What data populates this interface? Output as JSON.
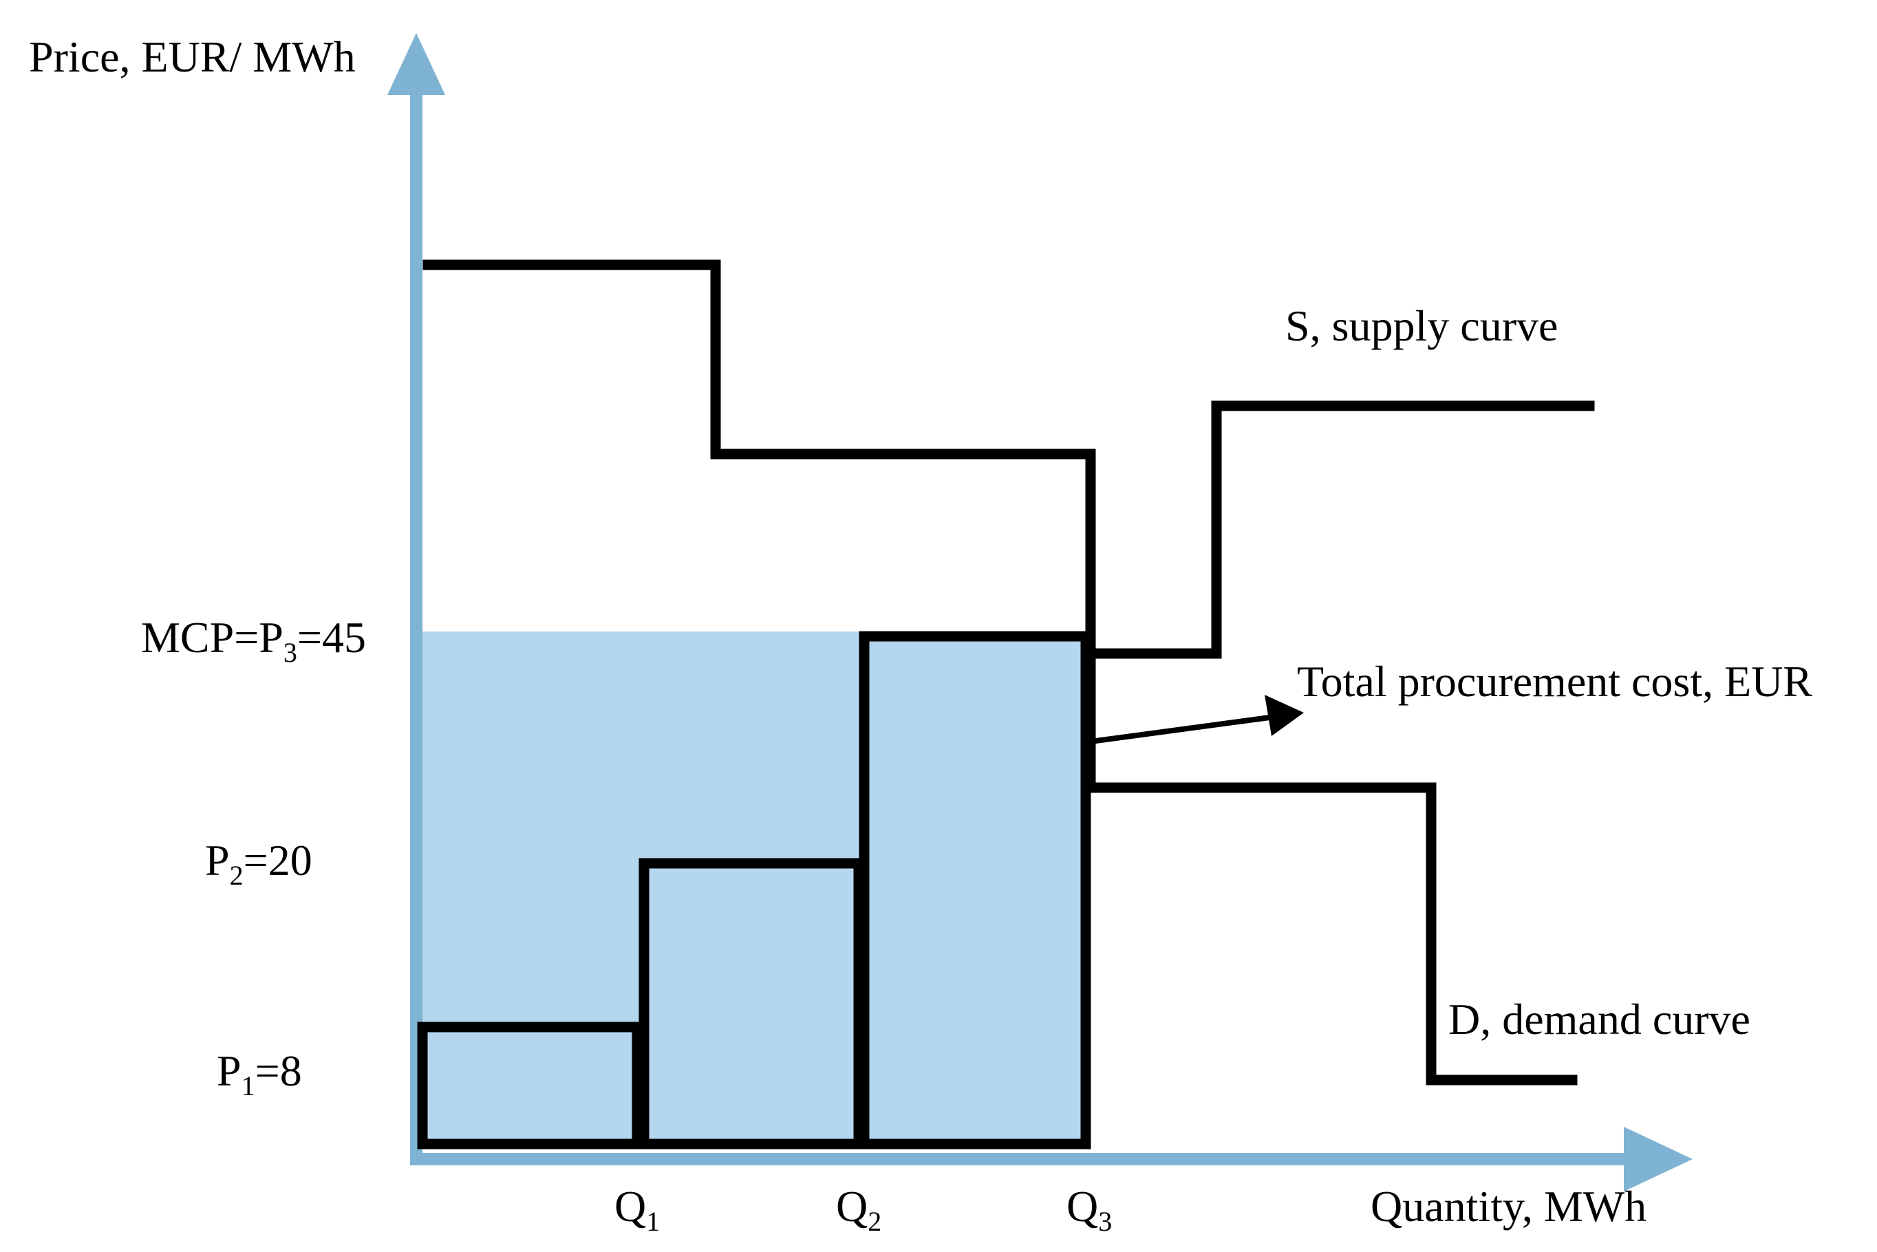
{
  "colors": {
    "axis": "#7fb3d3",
    "fill": "#b4d6ee",
    "line": "#000000"
  },
  "axes": {
    "y_label": "Price, EUR/ MWh",
    "x_label": "Quantity, MWh"
  },
  "y_ticks": {
    "mcp": {
      "main": "MCP=P",
      "sub": "3",
      "tail": "=45"
    },
    "p2": {
      "main": "P",
      "sub": "2",
      "tail": "=20"
    },
    "p1": {
      "main": "P",
      "sub": "1",
      "tail": "=8"
    }
  },
  "x_ticks": {
    "q1": {
      "main": "Q",
      "sub": "1"
    },
    "q2": {
      "main": "Q",
      "sub": "2"
    },
    "q3": {
      "main": "Q",
      "sub": "3"
    }
  },
  "annotations": {
    "supply": "S, supply curve",
    "demand": "D, demand curve",
    "cost": "Total procurement cost, EUR"
  },
  "values": {
    "prices": [
      8,
      20,
      45
    ]
  }
}
